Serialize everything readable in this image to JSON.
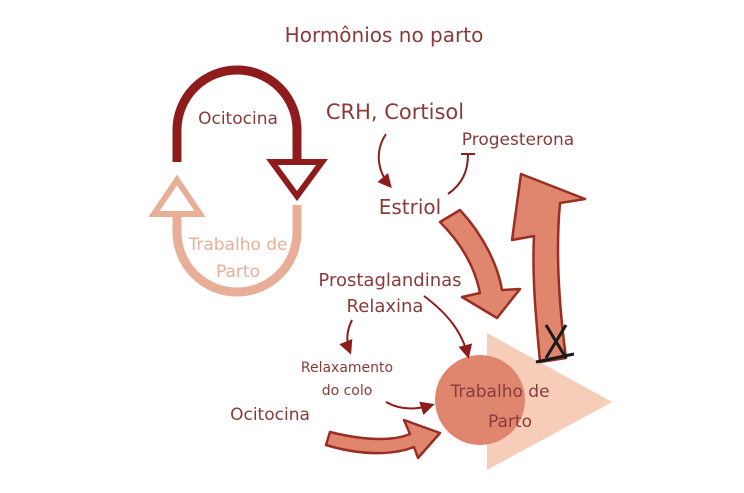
{
  "title": "Hormônios no parto",
  "loop": {
    "top_label": "Ocitocina",
    "bottom_label_line1": "Trabalho de",
    "bottom_label_line2": "Parto"
  },
  "labels": {
    "crh": "CRH, Cortisol",
    "progesterona": "Progesterona",
    "estriol": "Estriol",
    "prostaglandinas": "Prostaglandinas",
    "relaxina": "Relaxina",
    "relaxamento_line1": "Relaxamento",
    "relaxamento_line2": "do colo",
    "ocitocina": "Ocitocina",
    "center_line1": "Trabalho de",
    "center_line2": "Parto"
  },
  "colors": {
    "dark_red": "#8e1c1c",
    "text": "#8a3a3a",
    "salmon": "#e08a74",
    "salmon_stroke": "#9a2e22",
    "peach": "#f5cdb8",
    "light_peach": "#e8ae98",
    "circle": "#e0866e",
    "black": "#1a1a1a"
  }
}
